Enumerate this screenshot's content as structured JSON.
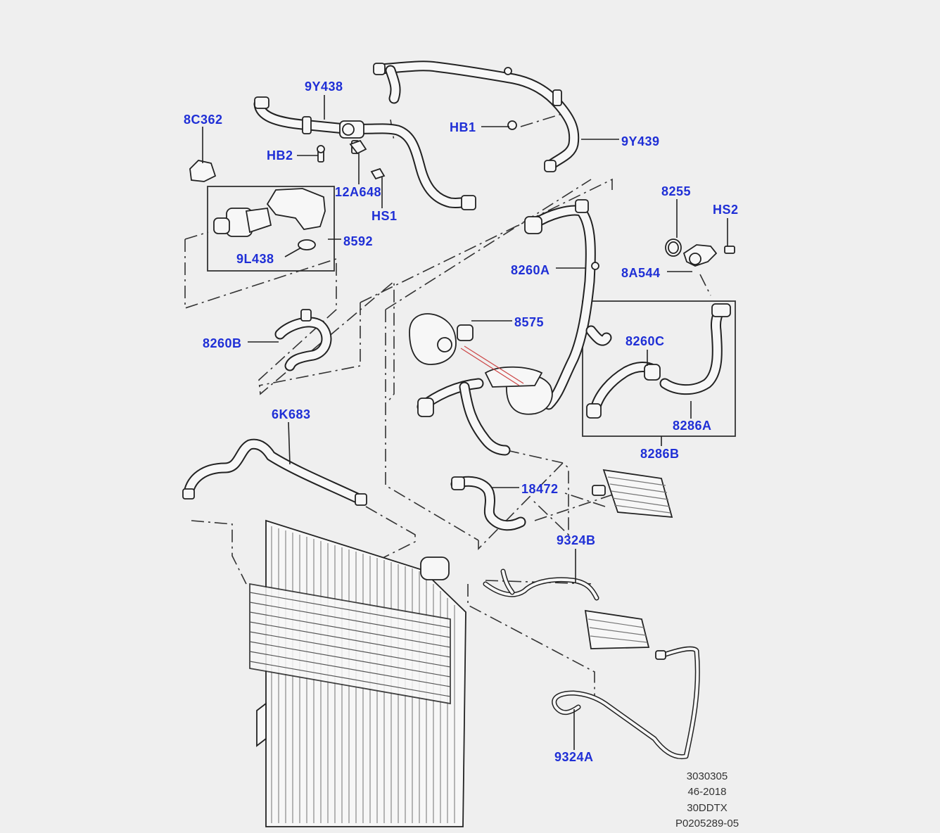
{
  "callouts": {
    "c9Y438": "9Y438",
    "c8C362": "8C362",
    "cHB2": "HB2",
    "c12A648": "12A648",
    "cHS1": "HS1",
    "cHB1": "HB1",
    "c9Y439": "9Y439",
    "c8592": "8592",
    "c9L438": "9L438",
    "c8255": "8255",
    "cHS2": "HS2",
    "c8260A": "8260A",
    "c8A544": "8A544",
    "c8575": "8575",
    "c8260B": "8260B",
    "c8260C": "8260C",
    "c8286A": "8286A",
    "c8286B": "8286B",
    "c6K683": "6K683",
    "c18472": "18472",
    "c9324B": "9324B",
    "c9324A": "9324A"
  },
  "reference": {
    "line1": "3030305",
    "line2": "46-2018",
    "line3": "30DDTX",
    "line4": "P0205289-05"
  },
  "colors": {
    "callout": "#1f2fd6",
    "linework": "#222222",
    "background": "#efefef"
  }
}
